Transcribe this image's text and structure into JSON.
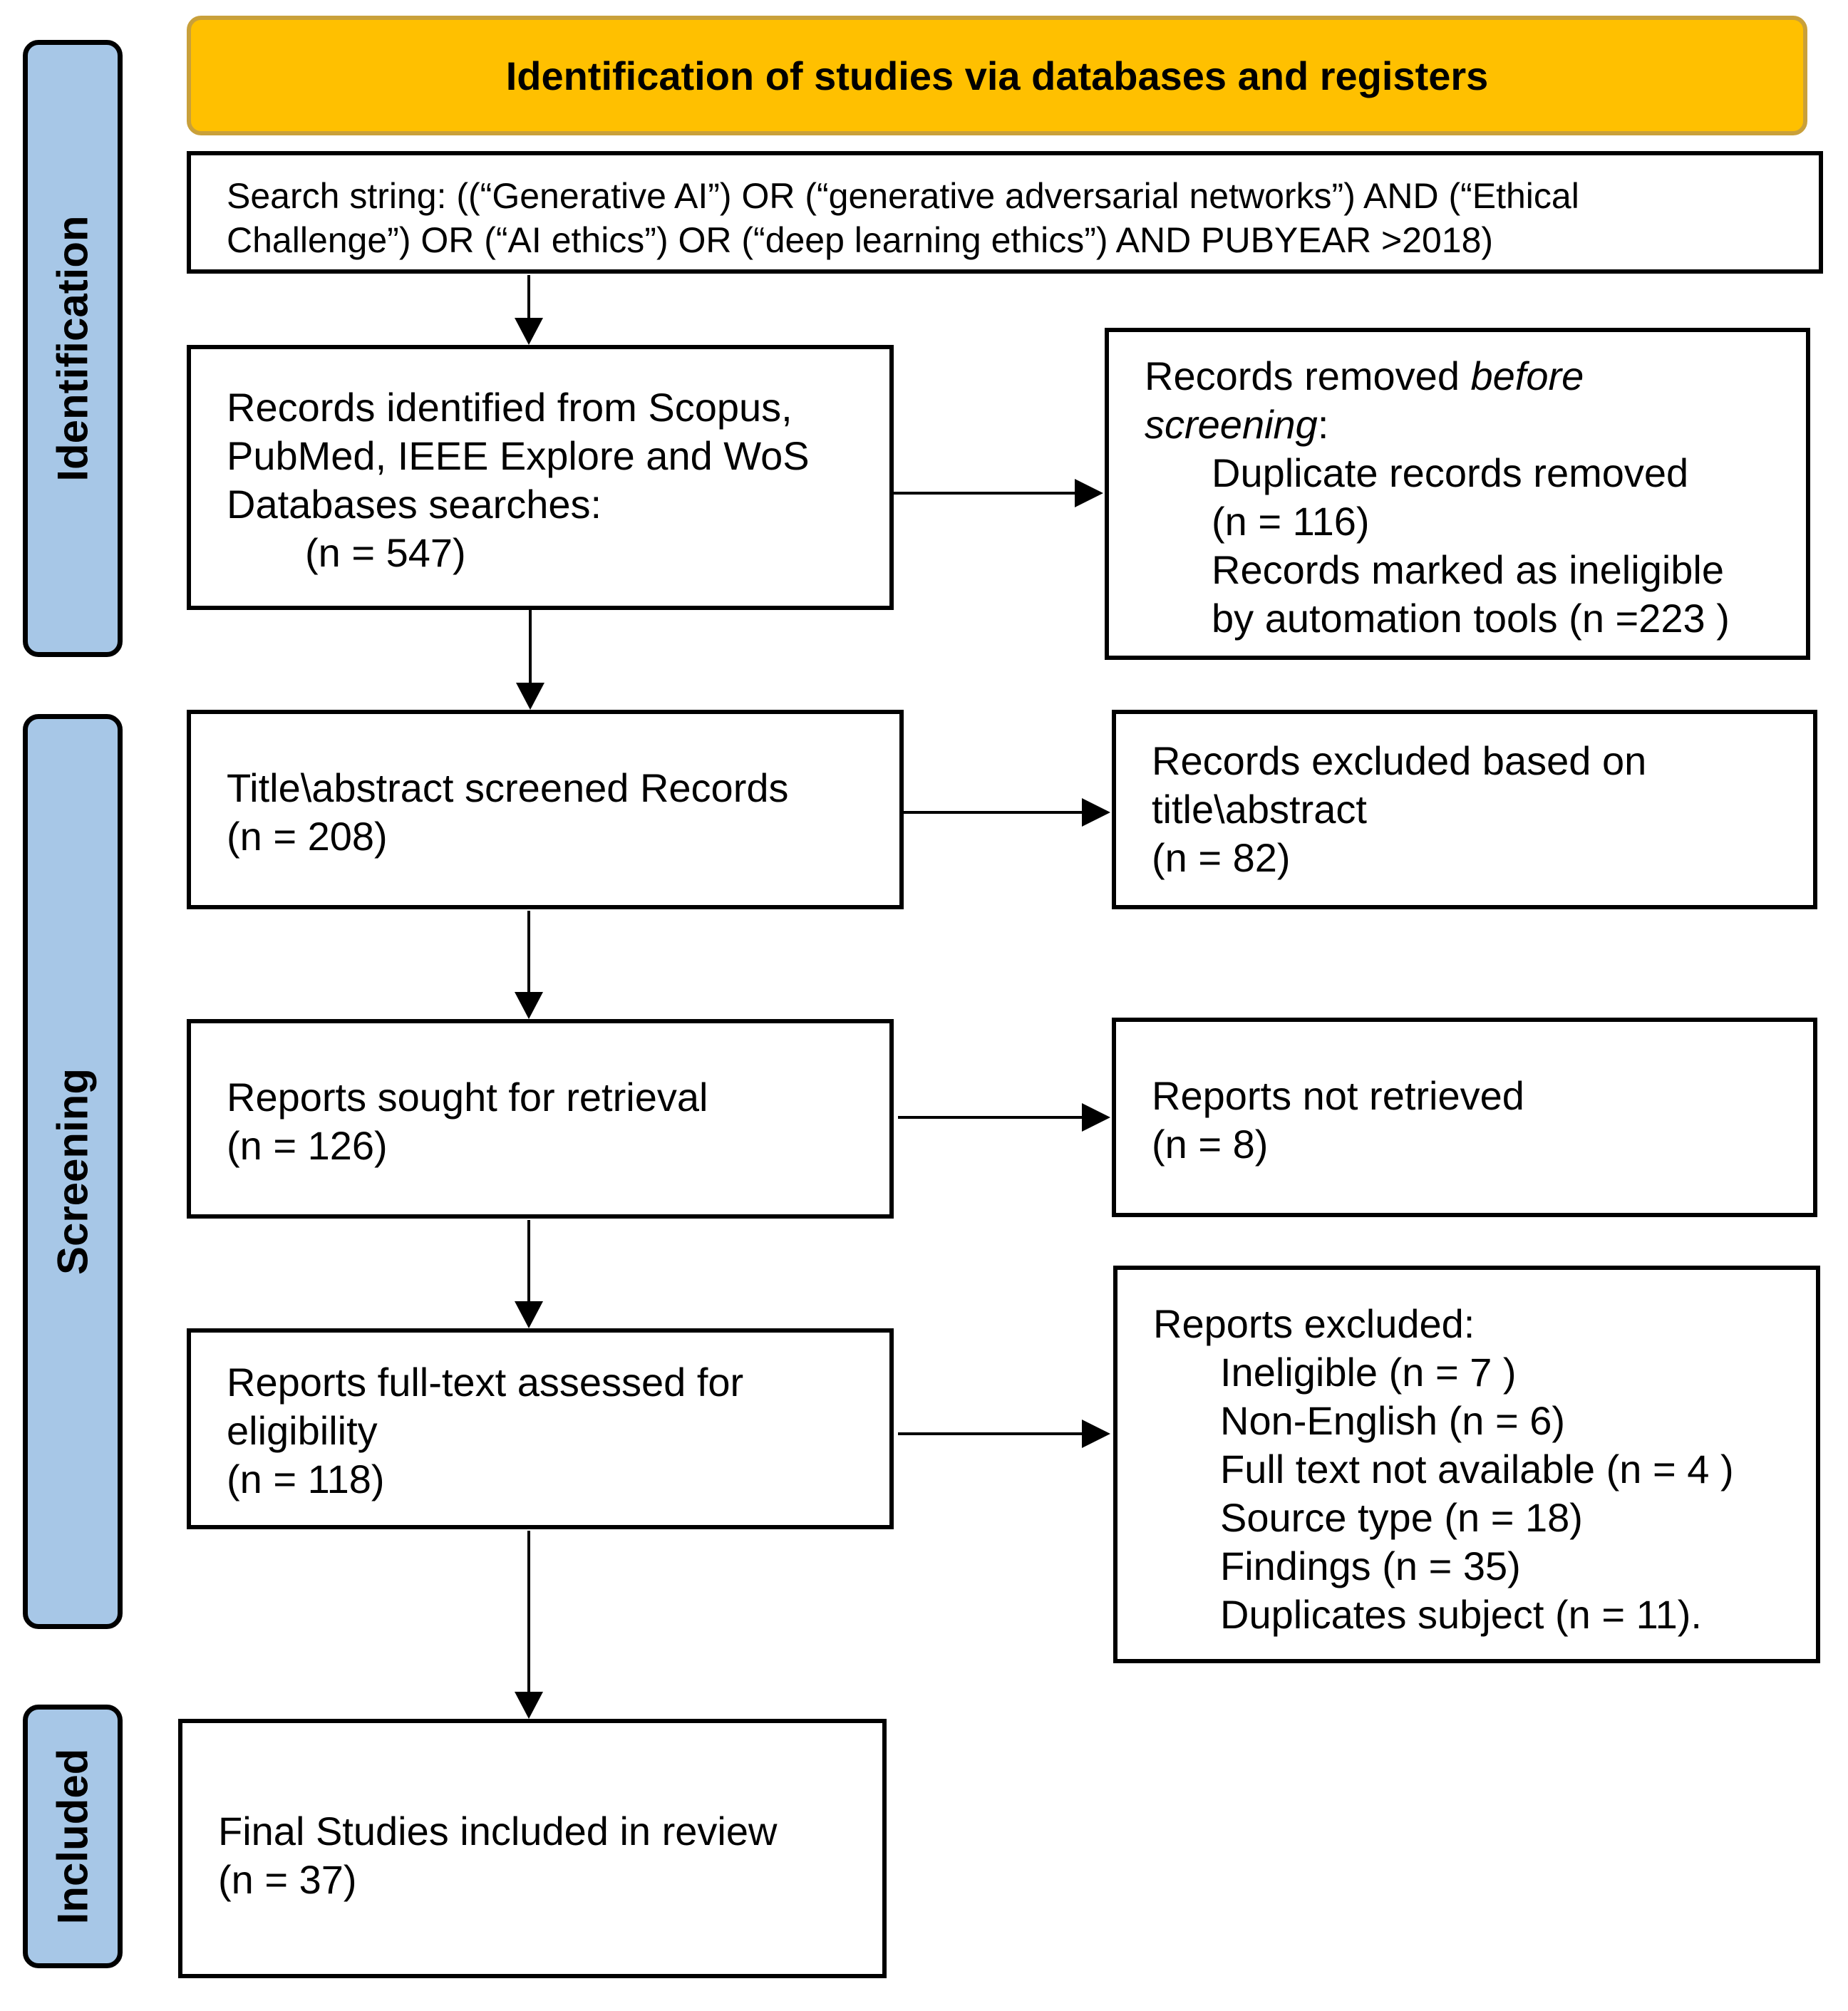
{
  "banner": {
    "title": "Identification of studies via databases and registers"
  },
  "phases": {
    "identification": "Identification",
    "screening": "Screening",
    "included": "Included"
  },
  "search": {
    "line1": "Search string: ((“Generative AI”) OR (“generative adversarial networks”) AND (“Ethical",
    "line2": "Challenge”) OR (“AI ethics”) OR (“deep learning ethics”) AND PUBYEAR >2018)"
  },
  "identified": {
    "line1": "Records identified from Scopus,",
    "line2": "PubMed, IEEE Explore and WoS",
    "line3": "Databases searches:",
    "count": "(n = 547)"
  },
  "removed": {
    "lead": "Records removed ",
    "lead_italic": "before",
    "lead2_italic": "screening",
    "lead2_rest": ":",
    "dup1": "Duplicate records removed",
    "dup2": "(n = 116)",
    "inel1": "Records marked as ineligible",
    "inel2": "by automation tools (n =223 )"
  },
  "screened": {
    "line1": "Title\\abstract screened Records",
    "count": "(n = 208)"
  },
  "excluded_ta": {
    "line1": "Records excluded based on",
    "line2": "title\\abstract",
    "count": "(n = 82)"
  },
  "sought": {
    "line1": "Reports sought for retrieval",
    "count": "(n = 126)"
  },
  "not_retrieved": {
    "line1": "Reports not retrieved",
    "count": "(n = 8)"
  },
  "assessed": {
    "line1": "Reports full-text assessed for",
    "line2": "eligibility",
    "count": "(n = 118)"
  },
  "reports_excluded": {
    "title": "Reports excluded:",
    "items": [
      "Ineligible (n = 7 )",
      "Non-English (n = 6)",
      "Full text not available (n = 4 )",
      "Source type (n = 18)",
      "Findings (n = 35)",
      "Duplicates subject (n = 11)."
    ]
  },
  "final": {
    "line1": "Final Studies included in review",
    "count": "(n = 37)"
  }
}
